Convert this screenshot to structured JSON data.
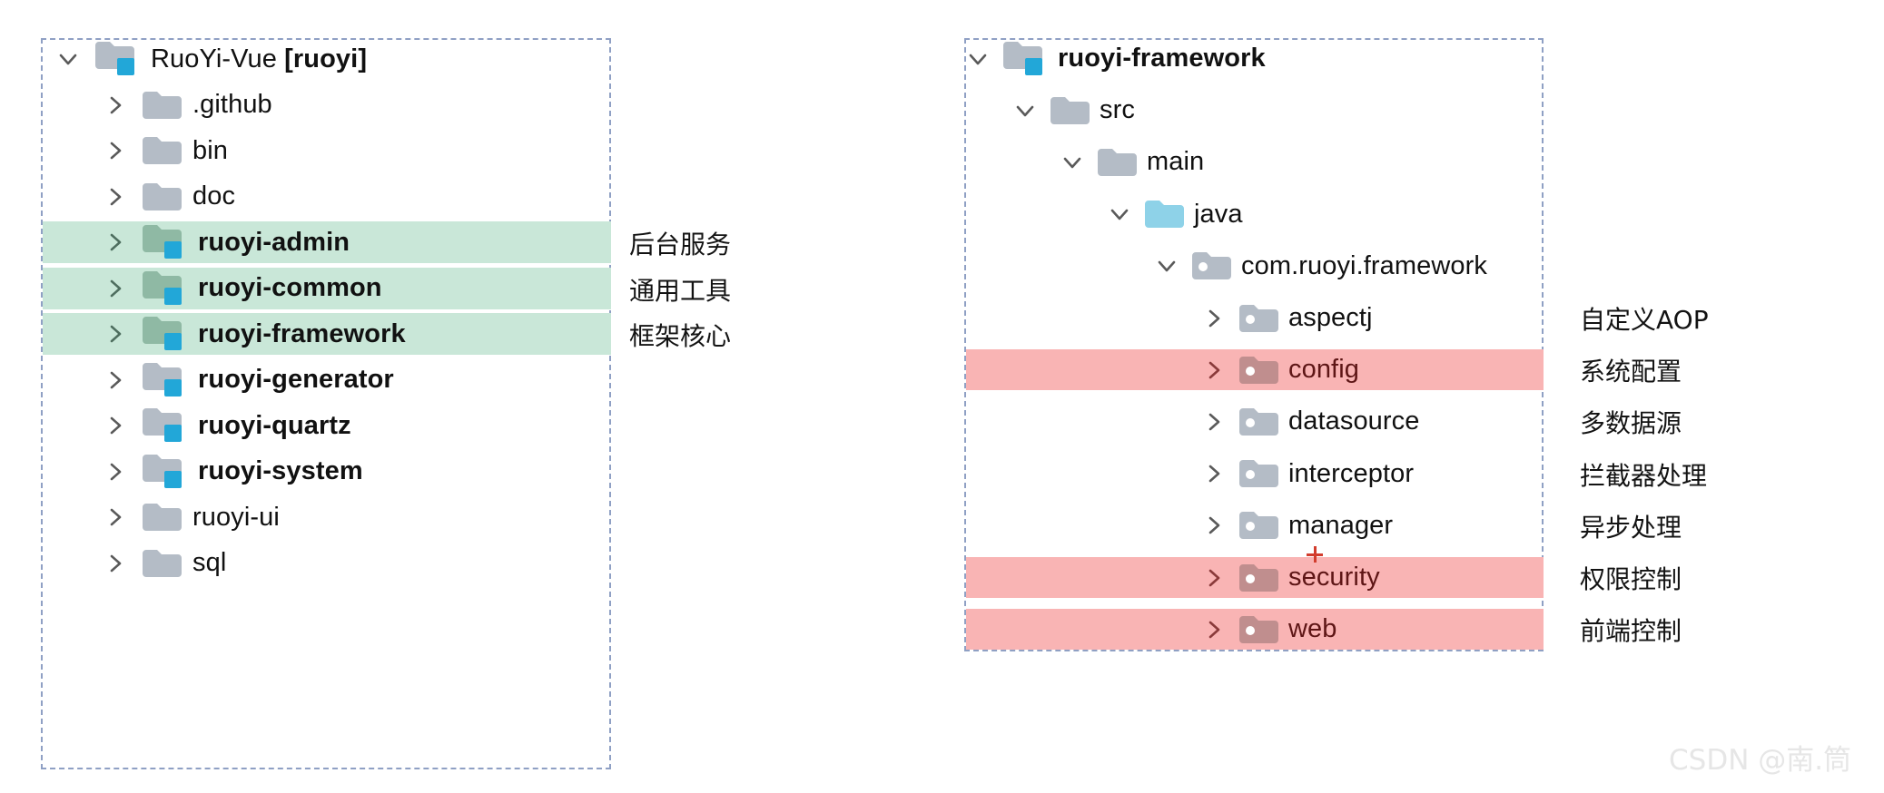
{
  "colors": {
    "highlight_green": "#c9e7d8",
    "highlight_red": "#f9b4b4",
    "panel_border": "#8fa0c4",
    "folder_gray": "#b4bcc6",
    "folder_green": "#8fb9a4",
    "folder_red": "#c08e8e",
    "folder_blue": "#8ed2e8",
    "badge_blue": "#22a7d8",
    "text_default": "#111111",
    "text_red": "#5e1616",
    "watermark": "#e6e6e6",
    "cursor_red": "#d23d2e"
  },
  "left_panel": {
    "name": "ruoyi-vue-project-tree",
    "rows": [
      {
        "label": "RuoYi-Vue [ruoyi]",
        "depth": 0,
        "toggle": "expanded",
        "icon": "module-folder-gray-icon",
        "bold_suffix": "[ruoyi]",
        "highlight": "none",
        "bold": false
      },
      {
        "label": ".github",
        "depth": 1,
        "toggle": "collapsed",
        "icon": "folder-gray-icon",
        "highlight": "none",
        "bold": false
      },
      {
        "label": "bin",
        "depth": 1,
        "toggle": "collapsed",
        "icon": "folder-gray-icon",
        "highlight": "none",
        "bold": false
      },
      {
        "label": "doc",
        "depth": 1,
        "toggle": "collapsed",
        "icon": "folder-gray-icon",
        "highlight": "none",
        "bold": false
      },
      {
        "label": "ruoyi-admin",
        "depth": 1,
        "toggle": "collapsed",
        "icon": "module-folder-green-icon",
        "highlight": "green",
        "bold": true
      },
      {
        "label": "ruoyi-common",
        "depth": 1,
        "toggle": "collapsed",
        "icon": "module-folder-green-icon",
        "highlight": "green",
        "bold": true
      },
      {
        "label": "ruoyi-framework",
        "depth": 1,
        "toggle": "collapsed",
        "icon": "module-folder-green-icon",
        "highlight": "green",
        "bold": true
      },
      {
        "label": "ruoyi-generator",
        "depth": 1,
        "toggle": "collapsed",
        "icon": "module-folder-gray-icon",
        "highlight": "none",
        "bold": true
      },
      {
        "label": "ruoyi-quartz",
        "depth": 1,
        "toggle": "collapsed",
        "icon": "module-folder-gray-icon",
        "highlight": "none",
        "bold": true
      },
      {
        "label": "ruoyi-system",
        "depth": 1,
        "toggle": "collapsed",
        "icon": "module-folder-gray-icon",
        "highlight": "none",
        "bold": true
      },
      {
        "label": "ruoyi-ui",
        "depth": 1,
        "toggle": "collapsed",
        "icon": "folder-gray-icon",
        "highlight": "none",
        "bold": false
      },
      {
        "label": "sql",
        "depth": 1,
        "toggle": "collapsed",
        "icon": "folder-gray-icon",
        "highlight": "none",
        "bold": false
      }
    ],
    "annotations": [
      {
        "text": "后台服务",
        "row": 4
      },
      {
        "text": "通用工具",
        "row": 5
      },
      {
        "text": "框架核心",
        "row": 6
      }
    ]
  },
  "right_panel": {
    "name": "ruoyi-framework-package-tree",
    "rows": [
      {
        "label": "ruoyi-framework",
        "depth": 0,
        "toggle": "expanded",
        "icon": "module-folder-gray-icon",
        "highlight": "none",
        "bold": true
      },
      {
        "label": "src",
        "depth": 1,
        "toggle": "expanded",
        "icon": "folder-gray-icon",
        "highlight": "none",
        "bold": false
      },
      {
        "label": "main",
        "depth": 2,
        "toggle": "expanded",
        "icon": "folder-gray-icon",
        "highlight": "none",
        "bold": false
      },
      {
        "label": "java",
        "depth": 3,
        "toggle": "expanded",
        "icon": "folder-blue-icon",
        "highlight": "none",
        "bold": false
      },
      {
        "label": "com.ruoyi.framework",
        "depth": 4,
        "toggle": "expanded",
        "icon": "package-folder-gray-icon",
        "highlight": "none",
        "bold": false
      },
      {
        "label": "aspectj",
        "depth": 5,
        "toggle": "collapsed",
        "icon": "package-folder-gray-icon",
        "highlight": "none",
        "bold": false
      },
      {
        "label": "config",
        "depth": 5,
        "toggle": "collapsed",
        "icon": "package-folder-red-icon",
        "highlight": "red",
        "bold": false
      },
      {
        "label": "datasource",
        "depth": 5,
        "toggle": "collapsed",
        "icon": "package-folder-gray-icon",
        "highlight": "none",
        "bold": false
      },
      {
        "label": "interceptor",
        "depth": 5,
        "toggle": "collapsed",
        "icon": "package-folder-gray-icon",
        "highlight": "none",
        "bold": false
      },
      {
        "label": "manager",
        "depth": 5,
        "toggle": "collapsed",
        "icon": "package-folder-gray-icon",
        "highlight": "none",
        "bold": false
      },
      {
        "label": "security",
        "depth": 5,
        "toggle": "collapsed",
        "icon": "package-folder-red-icon",
        "highlight": "red",
        "bold": false
      },
      {
        "label": "web",
        "depth": 5,
        "toggle": "collapsed",
        "icon": "package-folder-red-icon",
        "highlight": "red",
        "bold": false
      }
    ],
    "annotations": [
      {
        "text": "自定义AOP",
        "row": 5
      },
      {
        "text": "系统配置",
        "row": 6
      },
      {
        "text": "多数据源",
        "row": 7
      },
      {
        "text": "拦截器处理",
        "row": 8
      },
      {
        "text": "异步处理",
        "row": 9
      },
      {
        "text": "权限控制",
        "row": 10
      },
      {
        "text": "前端控制",
        "row": 11
      }
    ]
  },
  "cursor": {
    "name": "text-cursor-plus",
    "visible": true
  },
  "watermark": {
    "text": "CSDN @南.筒"
  }
}
